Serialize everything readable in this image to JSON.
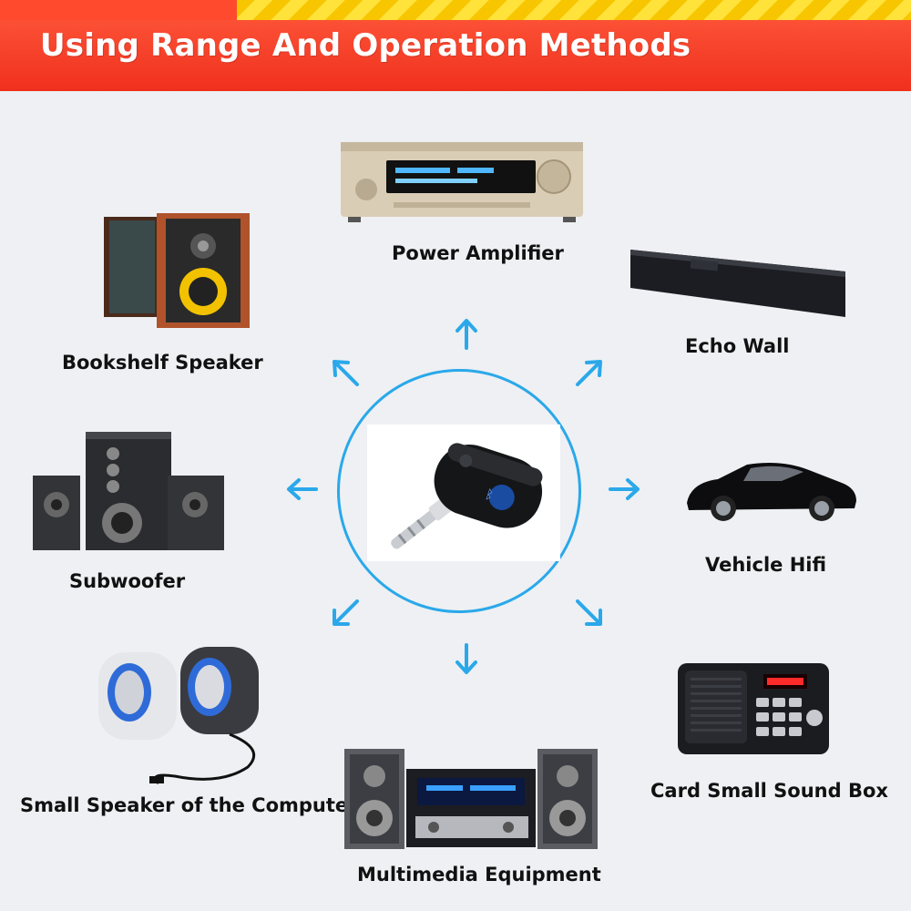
{
  "banner": {
    "title": "Using Range And Operation Methods"
  },
  "devices": {
    "power_amplifier": "Power Amplifier",
    "echo_wall": "Echo Wall",
    "vehicle_hifi": "Vehicle Hifi",
    "card_small_sound_box": "Card Small Sound Box",
    "multimedia_equipment": "Multimedia Equipment",
    "small_speaker_computer": "Small Speaker of the Computer",
    "subwoofer": "Subwoofer",
    "bookshelf_speaker": "Bookshelf Speaker"
  },
  "colors": {
    "accent": "#2aa8ea",
    "banner": "#f0301e",
    "stripe": "#ffe23a"
  }
}
